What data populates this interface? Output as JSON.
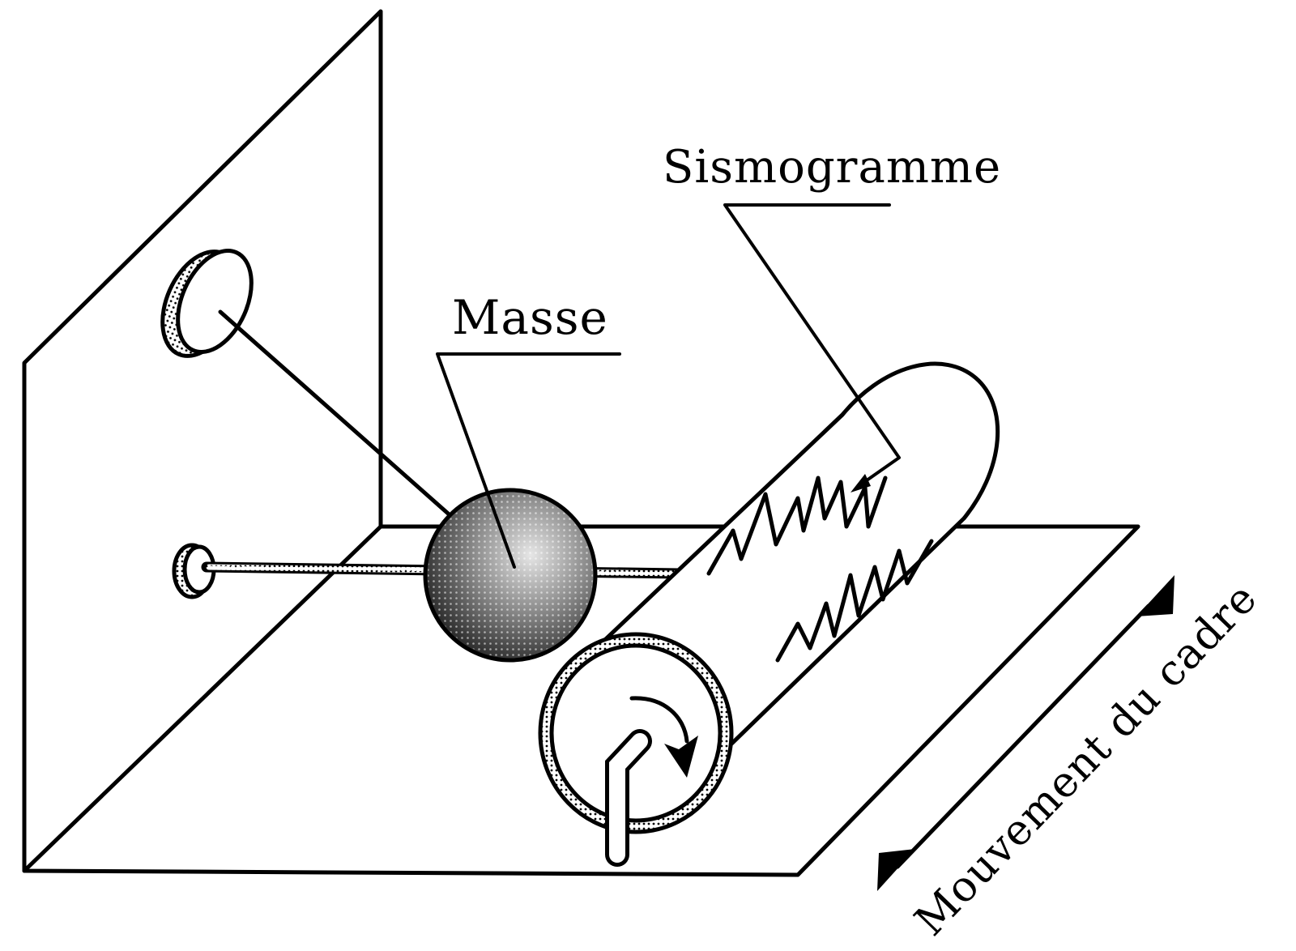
{
  "labels": {
    "sismogramme": "Sismogramme",
    "masse": "Masse",
    "mouvement": "Mouvement du cadre"
  },
  "colors": {
    "ink": "#000000",
    "background": "#ffffff"
  }
}
